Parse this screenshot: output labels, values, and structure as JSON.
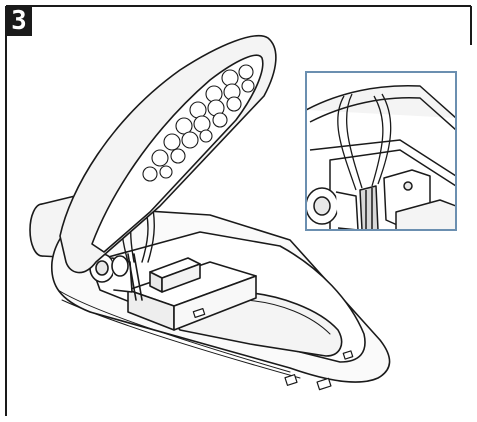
{
  "step": {
    "number": "3"
  },
  "colors": {
    "line": "#1a1a1a",
    "detail_frame": "#6b8fb0",
    "shell_fill": "#f4f4f4",
    "housing_fill": "#fafafa",
    "shade": "#d8d8d8",
    "badge": "#1a1a1a"
  },
  "icons": {
    "main": "street-light-housing-open-illustration",
    "detail": "cable-gland-detail-inset"
  }
}
